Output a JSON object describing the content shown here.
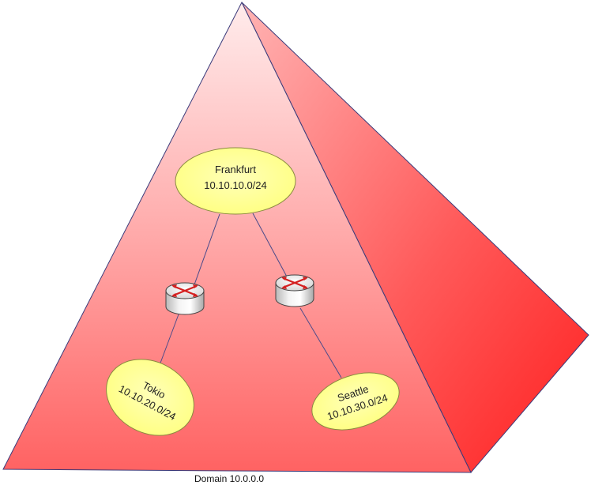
{
  "domain": {
    "label": "Domain 10.0.0.0"
  },
  "nodes": {
    "frankfurt": {
      "name": "Frankfurt",
      "subnet": "10.10.10.0/24"
    },
    "tokio": {
      "name": "Tokio",
      "subnet": "10.10.20.0/24"
    },
    "seattle": {
      "name": "Seattle",
      "subnet": "10.10.30.0/24"
    }
  },
  "icons": {
    "router": "router-icon"
  },
  "colors": {
    "pyramid_front_top": "#ffe6e6",
    "pyramid_front_bottom": "#ff6b6b",
    "pyramid_side_top": "#ff9a9a",
    "pyramid_side_bottom": "#ff2a2a",
    "node_fill": "#ffff99",
    "node_stroke": "#9a9a4a",
    "edge": "#4a4a8a",
    "router_arrow": "#d42020"
  }
}
